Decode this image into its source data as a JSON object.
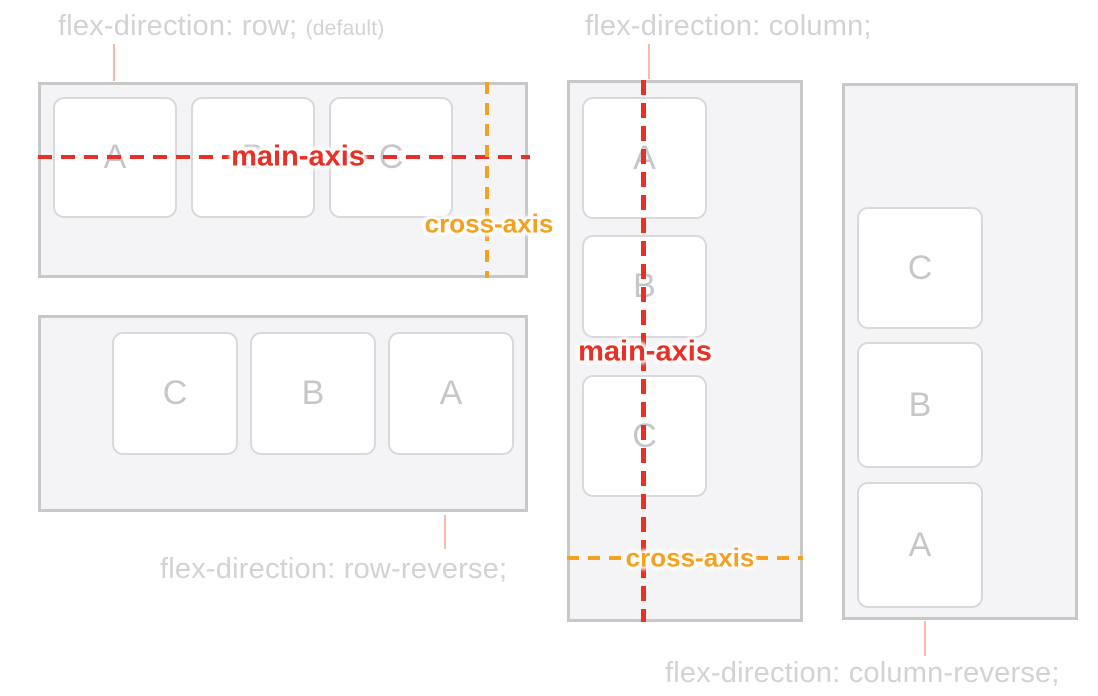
{
  "diagram": {
    "panels": {
      "row": {
        "label": "flex-direction: row;",
        "suffix": "(default)",
        "items": [
          "A",
          "B",
          "C"
        ]
      },
      "row_reverse": {
        "label": "flex-direction: row-reverse;",
        "items": [
          "C",
          "B",
          "A"
        ]
      },
      "column": {
        "label": "flex-direction: column;",
        "items": [
          "A",
          "B",
          "C"
        ]
      },
      "column_reverse": {
        "label": "flex-direction: column-reverse;",
        "items": [
          "C",
          "B",
          "A"
        ]
      }
    },
    "axes": {
      "main_label": "main-axis",
      "cross_label": "cross-axis"
    },
    "colors": {
      "main_axis": "#e83026",
      "cross_axis": "#f5a01e",
      "caption_gray": "#d2d3d4",
      "callout": "#f6bca6",
      "container_fill": "#f4f4f6",
      "container_border": "#c7c8ca",
      "box_border": "#d8d9db",
      "letter_gray": "#c6c7c9"
    }
  }
}
